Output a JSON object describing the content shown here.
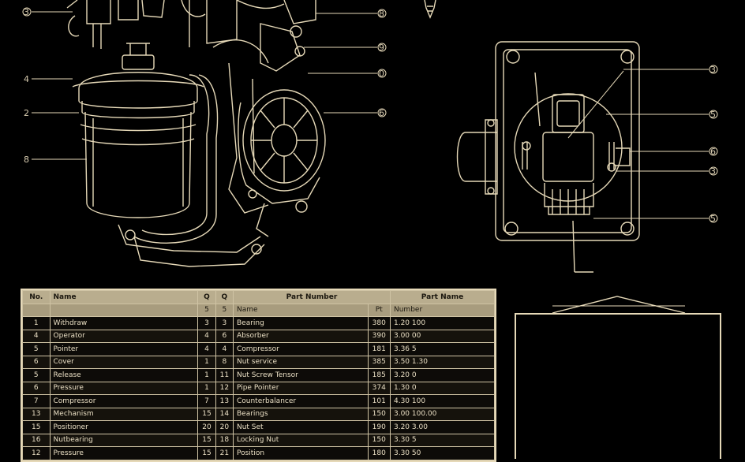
{
  "callouts_left": [
    "3",
    "4",
    "2",
    "8"
  ],
  "callouts_center": [
    "8",
    "9",
    "0",
    "6"
  ],
  "callouts_right": [
    "3",
    "5",
    "6",
    "3",
    "5"
  ],
  "table": {
    "header": {
      "no": "No.",
      "name": "Name",
      "q1": "Q",
      "q2": "Q",
      "part_group": "Part Number",
      "part_group2": "Part Name"
    },
    "subheader": [
      "",
      "",
      "5",
      "5",
      "Name",
      "Pt",
      "Number"
    ],
    "rows": [
      [
        "1",
        "Withdraw",
        "3",
        "3",
        "Bearing",
        "380",
        "1.20 100"
      ],
      [
        "4",
        "Operator",
        "4",
        "6",
        "Absorber",
        "390",
        "3.00 00"
      ],
      [
        "5",
        "Pointer",
        "4",
        "4",
        "Compressor",
        "181",
        "3.36 5"
      ],
      [
        "6",
        "Cover",
        "1",
        "8",
        "Nut service",
        "385",
        "3.50 1.30"
      ],
      [
        "5",
        "Release",
        "1",
        "11",
        "Nut Screw Tensor",
        "185",
        "3.20 0"
      ],
      [
        "6",
        "Pressure",
        "1",
        "12",
        "Pipe Pointer",
        "374",
        "1.30 0"
      ],
      [
        "7",
        "Compressor",
        "7",
        "13",
        "Counterbalancer",
        "101",
        "4.30 100"
      ],
      [
        "13",
        "Mechanism",
        "15",
        "14",
        "Bearings",
        "150",
        "3.00 100.00"
      ],
      [
        "15",
        "Positioner",
        "20",
        "20",
        "Nut Set",
        "190",
        "3.20 3.00"
      ],
      [
        "16",
        "Nutbearing",
        "15",
        "18",
        "Locking Nut",
        "150",
        "3.30 5"
      ],
      [
        "12",
        "Pressure",
        "15",
        "21",
        "Position",
        "180",
        "3.30 50"
      ]
    ]
  }
}
